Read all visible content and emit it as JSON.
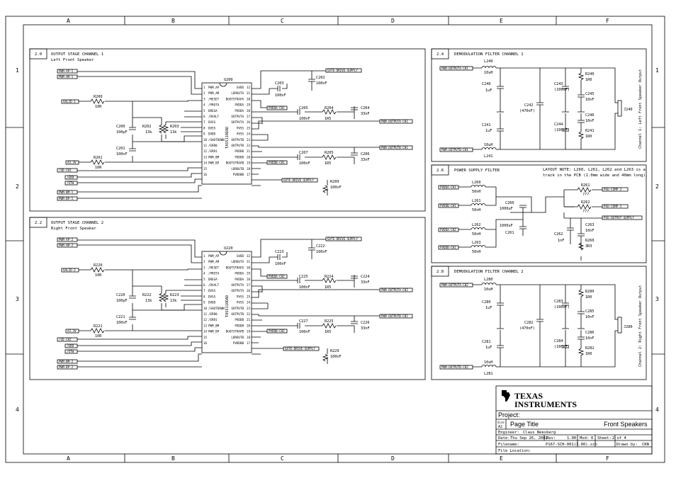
{
  "grid": {
    "cols": [
      "A",
      "B",
      "C",
      "D",
      "E",
      "F"
    ],
    "rows": [
      "1",
      "2",
      "3",
      "4"
    ]
  },
  "sections": {
    "s1": {
      "num": "2.0",
      "title": "OUTPUT STAGE CHANNEL 1",
      "subtitle": "Left Front Speaker"
    },
    "s2": {
      "num": "2.2",
      "title": "OUTPUT STAGE CHANNEL 2",
      "subtitle": "Right Front Speaker"
    },
    "s3": {
      "num": "2.4",
      "title": "DEMODULATION FILTER CHANNEL 1"
    },
    "s4": {
      "num": "2.6",
      "title": "POWER SUPPLY FILTER",
      "note1": "LAYOUT NOTE: L260, L261, L262 and L263 is a",
      "note2": "track in the PCB (1.0mm wide and 40mm long)."
    },
    "s5": {
      "num": "2.8",
      "title": "DEMODULATION FILTER CHANNEL 2"
    }
  },
  "ch1": {
    "ic_ref": "U200",
    "ic_part": "TAS5110DAD",
    "c203": "C203",
    "c203v": "100nF",
    "c202": "C202",
    "c202v": "100nF",
    "c205": "C205",
    "c205v": "100nF",
    "r204": "R204",
    "r204v": "1R5",
    "c204": "C204",
    "c204v": "33nF",
    "c207": "C207",
    "c207v": "100nF",
    "r205": "R205",
    "r205v": "1R5",
    "c206": "C206",
    "c206v": "33nF",
    "r200": "R200",
    "r200v": "10R",
    "c200": "C200",
    "c200v": "100pF",
    "r202": "R202",
    "r202v": "13k",
    "r203": "R203",
    "r203v": "13k",
    "c201": "C201",
    "c201v": "100nF",
    "r201": "R201",
    "r201v": "10R",
    "r209": "R209",
    "r209v": "100nF",
    "net_gate": "GATE-DRIVE-SUPPLY",
    "net_pvdda": "PVDDA-CH1",
    "net_pvddb": "PVDDB-CH1",
    "net_outa": "PWM-OUTPUTA-CH1",
    "net_outb": "PWM-OUTPUTB-CH1",
    "in1": "PWM-AP-1",
    "in2": "PWM-AM-1",
    "in3": "VALID-1",
    "in4": "A3.3V",
    "in5": "/SD-CH1",
    "in6": "/ERR",
    "in7": "/OTW",
    "in8": "PWM-BM-1",
    "in9": "PWM-BP-1"
  },
  "ch2": {
    "ic_ref": "U220",
    "ic_part": "TAS5110DAD",
    "c223": "C223",
    "c223v": "100nF",
    "c222": "C222",
    "c222v": "100nF",
    "c225": "C225",
    "c225v": "100nF",
    "r224": "R224",
    "r224v": "1R5",
    "c224": "C224",
    "c224v": "33nF",
    "c227": "C227",
    "c227v": "100nF",
    "r225": "R225",
    "r225v": "1R5",
    "c226": "C226",
    "c226v": "33nF",
    "r220": "R220",
    "r220v": "10R",
    "c220": "C220",
    "c220v": "100pF",
    "r222": "R222",
    "r222v": "13k",
    "r223": "R223",
    "r223v": "13k",
    "c221": "C221",
    "c221v": "100nF",
    "r221": "R221",
    "r221v": "10R",
    "r229": "R229",
    "r229v": "100nF",
    "net_gate": "GATE-DRIVE-SUPPLY",
    "net_pvdda": "PVDDA-CH2",
    "net_pvddb": "PVDDB-CH2",
    "net_outa": "PWM-OUTPUTA-CH2",
    "net_outb": "PWM-OUTPUTB-CH2",
    "in1": "PWM-AP-2",
    "in2": "PWM-AM-2",
    "in3": "VALID-2",
    "in4": "A3.3V",
    "in5": "/SD-CH2",
    "in6": "/ERR",
    "in7": "/OTW",
    "in8": "PWM-BM-2",
    "in9": "PWM-BP-2"
  },
  "pins": {
    "left": [
      "PWM_AP",
      "PWM_AM",
      "/RESET",
      "/PROTA",
      "DREGA",
      "/DVALT",
      "DVSS",
      "DVSS",
      "DVDD",
      "/SHUTDOWN",
      "/ERR0",
      "/ERR1",
      "PWM_BM",
      "PWM_BP"
    ],
    "leftnum": [
      "1",
      "2",
      "3",
      "4",
      "5",
      "6",
      "7",
      "8",
      "9",
      "10",
      "11",
      "12",
      "13",
      "14",
      "15",
      "16"
    ],
    "right": [
      "GVDD",
      "LDROUTA",
      "BOOTSTRAPA",
      "PVDDA",
      "PVDDA",
      "OUTPUTA",
      "OUTPUTA",
      "PVSS",
      "PVSS",
      "OUTPUTB",
      "OUTPUTB",
      "PVDDB",
      "PVDDB",
      "BOOTSTRAPB",
      "LDROUTB",
      "PVDDBB"
    ],
    "rightnum": [
      "32",
      "31",
      "30",
      "29",
      "28",
      "27",
      "26",
      "25",
      "24",
      "23",
      "22",
      "21",
      "20",
      "19",
      "18",
      "17"
    ]
  },
  "demod1": {
    "l240": "L240",
    "l240v": "10uH",
    "c240": "C240",
    "c240v": "1uF",
    "c242": "C242",
    "c242v": "(470nF)",
    "c243": "C243",
    "c243v": "(100nF)",
    "r240": "R240",
    "r240v": "1R0",
    "c245": "C245",
    "c245v": "10nF",
    "c246": "C246",
    "c246v": "10nF",
    "r241": "R241",
    "r241v": "1R0",
    "c241": "C241",
    "c241v": "1uF",
    "c244": "C244",
    "c244v": "(100nF)",
    "l241": "L241",
    "l241v": "10uH",
    "j": "J240",
    "net_a": "PWM-OUTPUTA-CH1",
    "net_b": "PWM-OUTPUTB-CH1",
    "side": "Channel 1: Left Front Speaker Output"
  },
  "psu": {
    "l260": "L260",
    "l260v": "50nH",
    "l261": "L261",
    "l261v": "50nH",
    "l262": "L262",
    "l262v": "50nH",
    "l263": "L263",
    "l263v": "50nH",
    "c260": "C260",
    "c260v": "1000uF",
    "c261": "C261",
    "c261v": "1000uF",
    "r261": "R261",
    "r261v": "???",
    "r262": "R262",
    "r262v": "???",
    "c263": "C263",
    "c263v": "10nF",
    "c262": "C262",
    "c262v": "1nF",
    "r260": "R260",
    "r260v": "3R3",
    "n1": "PVDDA-CH1",
    "n2": "PVDDB-CH1",
    "n3": "PVDDA-CH2",
    "n4": "PVDDB-CH2",
    "n5": "PSU-COMP-2",
    "n6": "PSU-COMP-1",
    "n7": "PSU-OUTPUT-SUPPLY"
  },
  "demod2": {
    "l280": "L280",
    "l280v": "10uH",
    "c280": "C280",
    "c280v": "1uF",
    "c282": "C282",
    "c282v": "(470nF)",
    "c283": "C283",
    "c283v": "(100nF)",
    "r280": "R280",
    "r280v": "1R0",
    "c285": "C285",
    "c285v": "10nF",
    "c286": "C286",
    "c286v": "10nF",
    "r282": "R282",
    "r282v": "1R0",
    "c281": "C281",
    "c281v": "1uF",
    "c284": "C284",
    "c284v": "(100nF)",
    "l281": "L281",
    "l281v": "10uH",
    "j": "J280",
    "net_a": "PWM-OUTPUTA-CH2",
    "net_b": "PWM-OUTPUTB-CH2",
    "side": "Channel 2: Right Front Speaker Output"
  },
  "titleblock": {
    "brand1": "TEXAS",
    "brand2": "INSTRUMENTS",
    "project": "Project:",
    "size_l": "Size",
    "size": "A2",
    "page_title": "Page Title",
    "sheet_name": "Front Speakers",
    "eng_l": "Engineer:",
    "eng": "Claus Neesberg",
    "date_l": "Date:",
    "date": "Thu Sep 26, 2002",
    "rev_l": "Rev:",
    "rev": "1.00",
    "mod_l": "Mod:",
    "mod": "0",
    "sheet_l": "Sheet:",
    "sheet": "2 of 4",
    "file_l": "Filename:",
    "file": "P167-SCH-001(3.00).sch",
    "drawn_l": "Drawn by:",
    "drawn": "CRN",
    "loc_l": "File Location:"
  }
}
